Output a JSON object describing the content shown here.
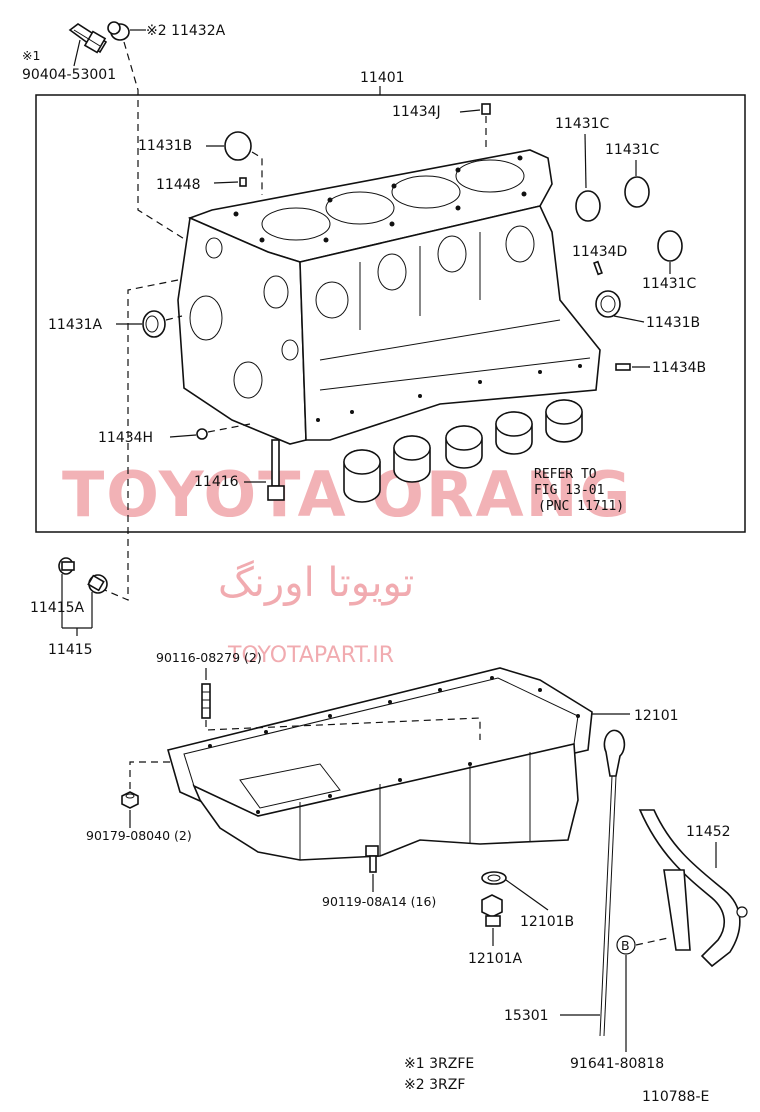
{
  "watermark": {
    "brand": "TOYOTA ORANG",
    "persian": "تویوتا اورنگ",
    "site": "TOYOTAPART.IR"
  },
  "labels": {
    "p_211432a": "※2 11432A",
    "p_note1": "※1",
    "p_90404": "90404-53001",
    "p_11401": "11401",
    "p_11434j": "11434J",
    "p_11431b_top": "11431B",
    "p_11448": "11448",
    "p_11431c_1": "11431C",
    "p_11431c_2": "11431C",
    "p_11434d": "11434D",
    "p_11431c_3": "11431C",
    "p_11431a": "11431A",
    "p_11431b_right": "11431B",
    "p_11434b": "11434B",
    "p_11434h": "11434H",
    "p_11416": "11416",
    "p_refer_1": "REFER TO",
    "p_refer_2": "FIG 13-01",
    "p_refer_3": "(PNC 11711)",
    "p_11415a": "11415A",
    "p_11415": "11415",
    "p_90116": "90116-08279 (2)",
    "p_12101": "12101",
    "p_90179": "90179-08040 (2)",
    "p_11452": "11452",
    "p_90119": "90119-08A14 (16)",
    "p_12101b": "12101B",
    "p_12101a": "12101A",
    "p_marker_b": "B",
    "p_15301": "15301",
    "p_91641": "91641-80818",
    "note_1": "※1 3RZFE",
    "note_2": "※2 3RZF",
    "figure_id": "110788-E"
  }
}
